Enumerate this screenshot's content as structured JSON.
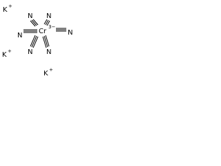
{
  "structure": {
    "counterions": [
      {
        "element": "K",
        "charge": "+"
      },
      {
        "element": "K",
        "charge": "+"
      },
      {
        "element": "K",
        "charge": "+"
      }
    ],
    "center": {
      "element": "Cr",
      "charge": "3−"
    },
    "ligands": [
      "N",
      "N",
      "N",
      "N",
      "N",
      "N"
    ],
    "bond_type": "triple"
  }
}
